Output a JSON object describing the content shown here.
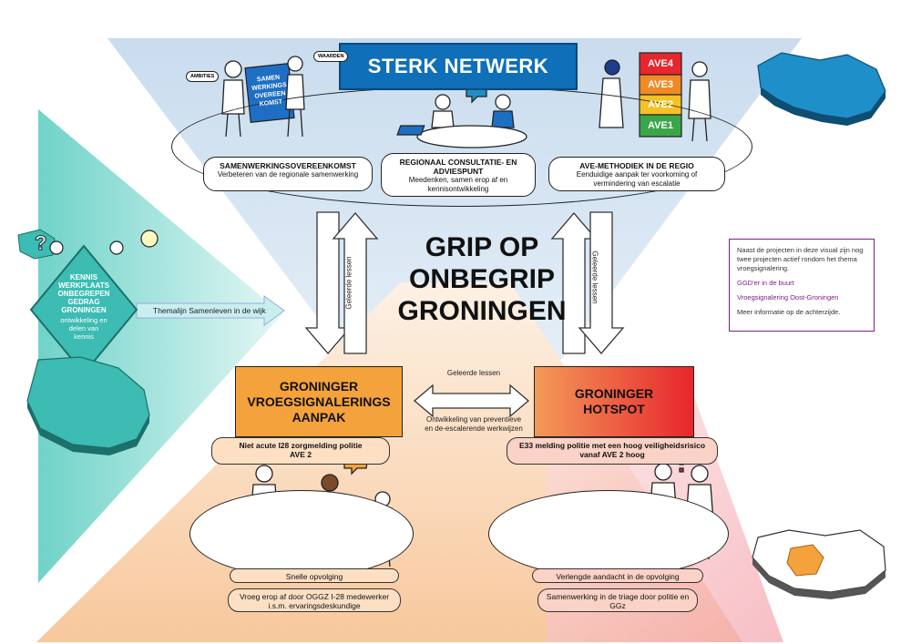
{
  "colors": {
    "blue": "#0f6fb8",
    "teal": "#3cbcb3",
    "orange": "#f4a23c",
    "red": "#e7262d",
    "purple": "#7a1f86",
    "mapblue": "#1e8fc8"
  },
  "title": {
    "line1": "GRIP OP",
    "line2": "ONBEGRIP",
    "line3": "GRONINGEN"
  },
  "network": {
    "banner": "STERK NETWERK",
    "tags": {
      "ambities": "AMBITIES",
      "waarden": "WAARDEN"
    },
    "sign": {
      "l1": "SAMEN",
      "l2": "WERKINGS",
      "l3": "OVEREEN",
      "l4": "KOMST"
    },
    "ave_levels": [
      "AVE4",
      "AVE3",
      "AVE2",
      "AVE1"
    ],
    "items": [
      {
        "title": "SAMENWERKINGSOVEREENKOMST",
        "desc": "Verbeteren van de regionale samenwerking"
      },
      {
        "title": "REGIONAAL CONSULTATIE- EN ADVIESPUNT",
        "desc": "Meedenken, samen erop af en kennisontwikkeling"
      },
      {
        "title": "AVE-METHODIEK IN DE REGIO",
        "desc": "Eenduidige aanpak ter voorkoming of vermindering van escalatie"
      }
    ]
  },
  "arrows": {
    "left": "Geleerde lessen",
    "right": "Geleerde lessen",
    "middle_top": "Geleerde lessen",
    "middle_bottom": "Ontwikkeling van preventieve en de-escalerende werkwijzen"
  },
  "kennis": {
    "title": "KENNIS WERKPLAATS ONBEGREPEN GEDRAG GRONINGEN",
    "sub": "ontwikkeling en delen van kennis",
    "arrow": "Themalijn Samenleven in de wijk"
  },
  "vroeg": {
    "title": "GRONINGER VROEGSIGNALERINGS AANPAK",
    "top_pill_title": "Niet acute I28 zorgmelding politie",
    "top_pill_sub": "AVE 2",
    "pills": [
      "Snelle opvolging",
      "Vroeg erop af door OGGZ I-28 medewerker i.s.m. ervaringsdeskundige"
    ]
  },
  "hotspot": {
    "title": "GRONINGER HOTSPOT",
    "top_pill_title": "E33 melding politie met een hoog veiligheidsrisico",
    "top_pill_sub": "vanaf AVE 2 hoog",
    "pills": [
      "Verlengde aandacht in de opvolging",
      "Samenwerking in de triage door politie en GGz"
    ]
  },
  "info": {
    "intro": "Naast de projecten in deze visual zijn nog twee projecten actief rondom het thema vroegsignalering.",
    "link1": "GGD'er in de buurt",
    "link2": "Vroegsignalering Oost-Groningen",
    "more": "Meer informatie op de achterzijde."
  }
}
